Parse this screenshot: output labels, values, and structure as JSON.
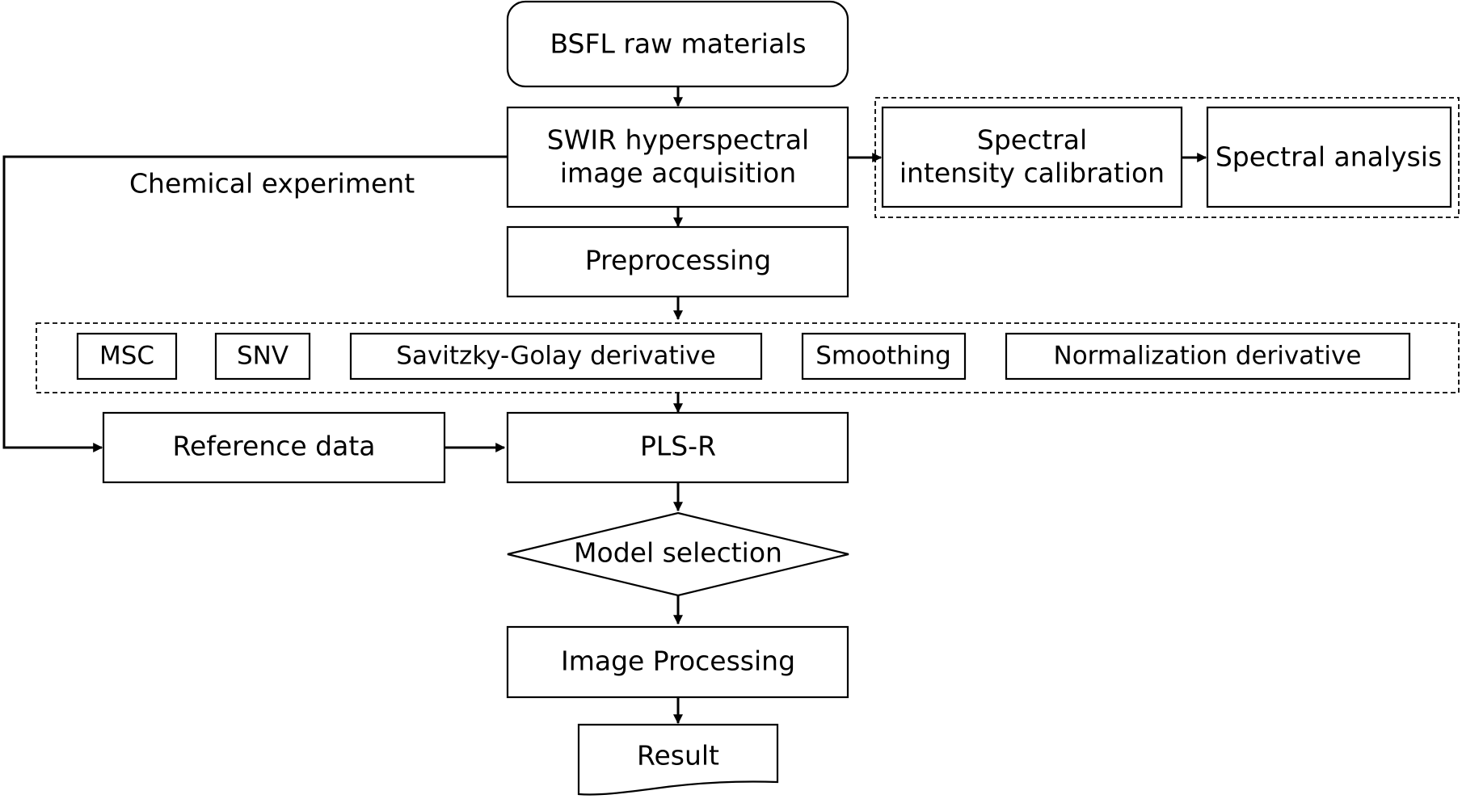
{
  "nodes": {
    "raw_materials": "BSFL raw materials",
    "acquisition_line1": "SWIR hyperspectral",
    "acquisition_line2": "image acquisition",
    "calibration_line1": "Spectral",
    "calibration_line2": "intensity calibration",
    "spectral_analysis": "Spectral analysis",
    "preprocessing": "Preprocessing",
    "reference_data": "Reference data",
    "plsr": "PLS-R",
    "model_selection": "Model selection",
    "image_processing": "Image Processing",
    "result": "Result"
  },
  "preprocessing_methods": [
    "MSC",
    "SNV",
    "Savitzky-Golay derivative",
    "Smoothing",
    "Normalization derivative"
  ],
  "edge_labels": {
    "chemical_experiment": "Chemical experiment"
  }
}
